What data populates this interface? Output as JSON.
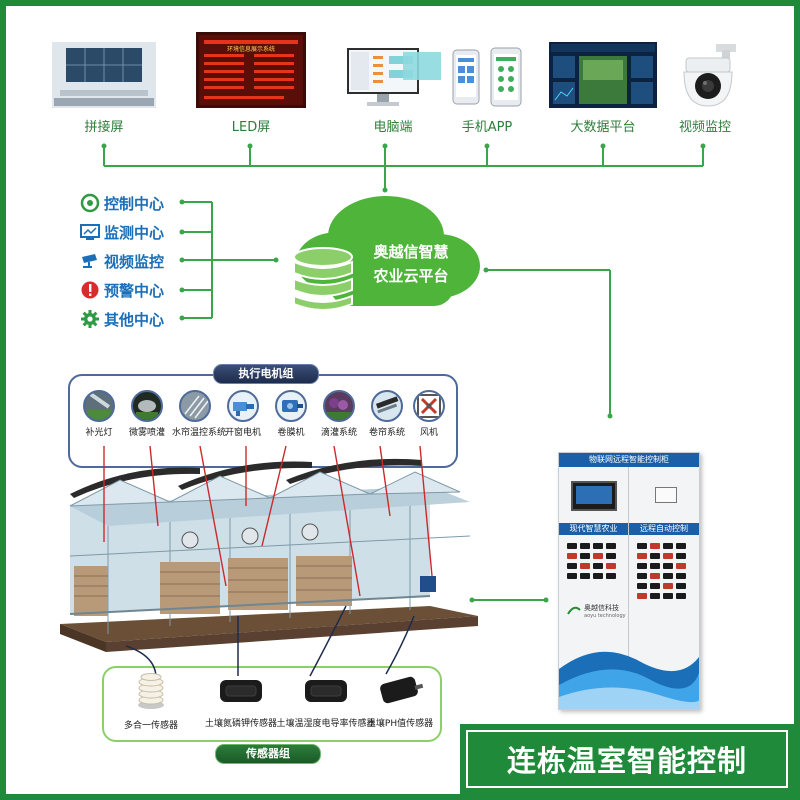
{
  "devices": [
    {
      "id": "splice",
      "label": "拼接屏",
      "icon": "video-wall-icon"
    },
    {
      "id": "led",
      "label": "LED屏",
      "icon": "led-board-icon"
    },
    {
      "id": "pc",
      "label": "电脑端",
      "icon": "desktop-computer-icon"
    },
    {
      "id": "app",
      "label": "手机APP",
      "icon": "mobile-phone-icon"
    },
    {
      "id": "bigdata",
      "label": "大数据平台",
      "icon": "dashboard-screen-icon"
    },
    {
      "id": "camera",
      "label": "视频监控",
      "icon": "dome-camera-icon"
    }
  ],
  "led_screen": {
    "title": "环境信息展示系统"
  },
  "centers": [
    {
      "label": "控制中心",
      "icon": "control-target-icon"
    },
    {
      "label": "监测中心",
      "icon": "monitor-icon"
    },
    {
      "label": "视频监控",
      "icon": "cctv-camera-icon"
    },
    {
      "label": "预警中心",
      "icon": "warning-icon"
    },
    {
      "label": "其他中心",
      "icon": "gear-icon"
    }
  ],
  "cloud": {
    "line1": "奥越信智慧",
    "line2": "农业云平台",
    "icon": "database-icon"
  },
  "actuator_group": {
    "title": "执行电机组",
    "items": [
      {
        "label": "补光灯",
        "icon": "grow-light-icon"
      },
      {
        "label": "微雾喷灌",
        "icon": "mist-spray-icon"
      },
      {
        "label": "水帘温控系统",
        "icon": "water-curtain-icon"
      },
      {
        "label": "开窗电机",
        "icon": "window-motor-icon"
      },
      {
        "label": "卷膜机",
        "icon": "film-roller-icon"
      },
      {
        "label": "滴灌系统",
        "icon": "drip-irrigation-icon"
      },
      {
        "label": "卷帘系统",
        "icon": "shade-roller-icon"
      },
      {
        "label": "风机",
        "icon": "exhaust-fan-icon"
      }
    ]
  },
  "sensor_group": {
    "title": "传感器组",
    "items": [
      {
        "label": "多合一传感器",
        "icon": "multi-sensor-icon"
      },
      {
        "label": "土壤氮磷钾传感器",
        "icon": "npk-sensor-icon"
      },
      {
        "label": "土壤温湿度电导率传感器",
        "icon": "soil-temp-sensor-icon"
      },
      {
        "label": "土壤PH值传感器",
        "icon": "ph-sensor-icon"
      }
    ]
  },
  "cabinet": {
    "header": "物联网远程智能控制柜",
    "left_title": "现代智慧农业",
    "right_title": "远程自动控制",
    "brand": "奥越信科技",
    "brand_sub": "aoyu technology"
  },
  "banner": {
    "text": "连栋温室智能控制"
  },
  "colors": {
    "green": "#1f8a3a",
    "light_green": "#8ccf6a",
    "blue": "#1a6fb8",
    "navy": "#1e2c4c",
    "pipe": "#2f9a44"
  }
}
